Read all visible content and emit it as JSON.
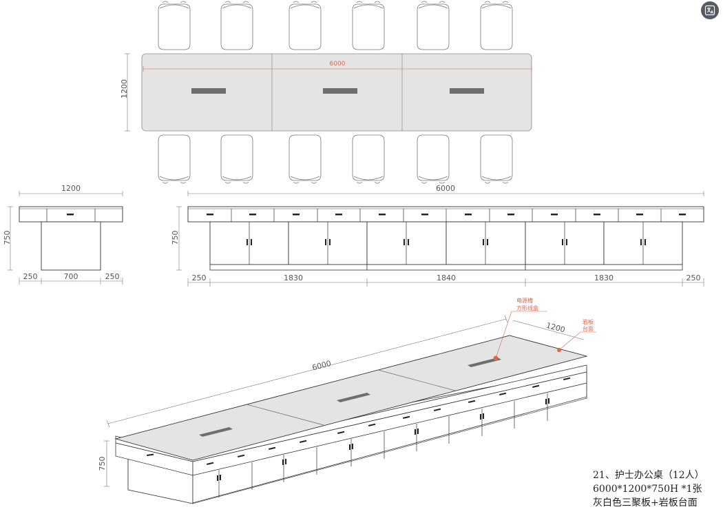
{
  "plan_view": {
    "length_label": "6000",
    "width_label": "1200"
  },
  "side_view": {
    "width_label": "1200",
    "height_label": "750",
    "left_overhang": "250",
    "leg_width": "700",
    "right_overhang": "250"
  },
  "front_view": {
    "length_label": "6000",
    "height_label": "750",
    "segments": [
      "250",
      "1830",
      "1840",
      "1830",
      "250"
    ]
  },
  "iso_view": {
    "length_label": "6000",
    "width_label": "1200",
    "height_label": "750",
    "callout_power": [
      "电源槽",
      "方形线盒"
    ],
    "callout_top": [
      "岩板",
      "台面"
    ]
  },
  "caption": {
    "line1": "21、护士办公桌（12人）",
    "line2": "6000*1200*750H *1张",
    "line3": "灰白色三聚板+岩板台面"
  },
  "colors": {
    "tabletop": "#e4e4e4",
    "line": "#555555",
    "accent": "#d9674a",
    "slot": "#6e6e6e"
  },
  "translate_icon": "translate-icon"
}
